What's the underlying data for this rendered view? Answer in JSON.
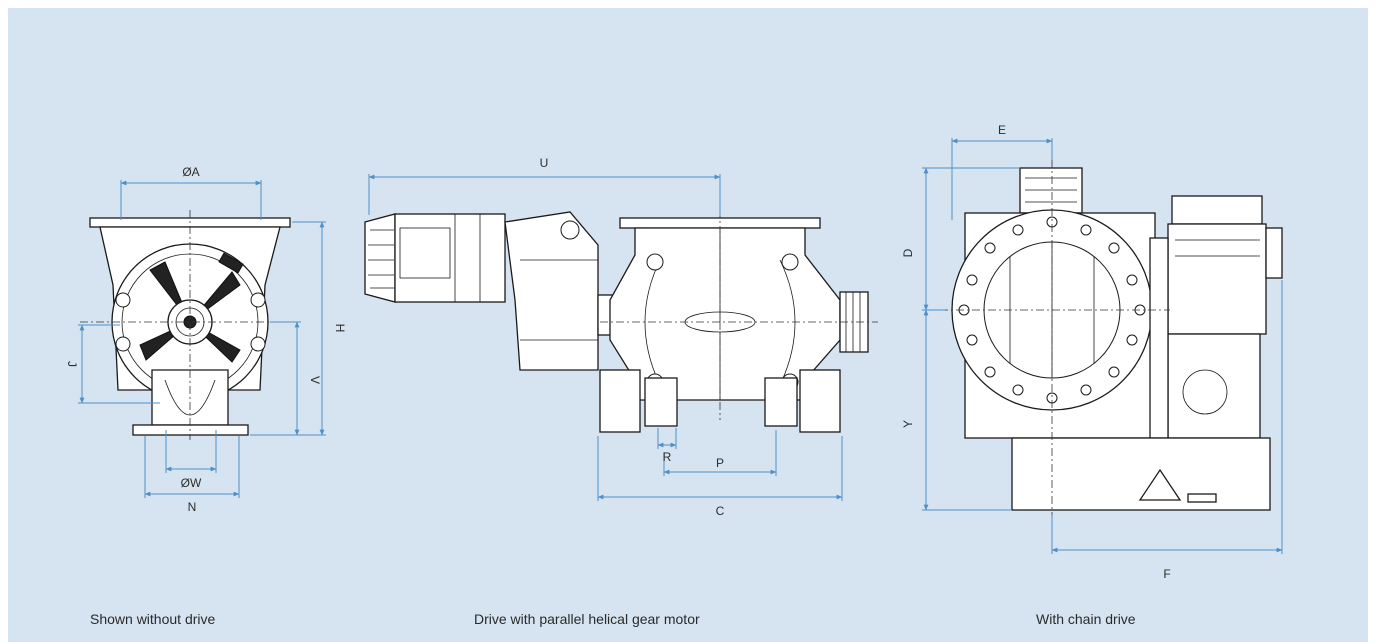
{
  "dimensions": {
    "side": {
      "A": "ØA",
      "H": "H",
      "J": "J",
      "V": "V",
      "W": "ØW",
      "N": "N"
    },
    "front": {
      "U": "U",
      "R": "R",
      "P": "P",
      "C": "C"
    },
    "chain": {
      "E": "E",
      "D": "D",
      "Y": "Y",
      "F": "F"
    }
  },
  "captions": {
    "left": "Shown without drive",
    "center": "Drive with parallel helical gear motor",
    "right": "With chain drive"
  },
  "colors": {
    "panel": "#d5e4f0",
    "dimension_line": "#4f8fc8"
  }
}
